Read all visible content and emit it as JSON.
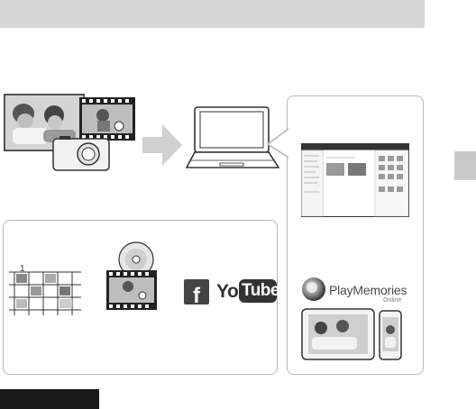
{
  "header": {
    "title": ""
  },
  "logos": {
    "playmemories_name": "PlayMemories",
    "playmemories_sub": "Online",
    "facebook_letter": "f",
    "youtube_you": "You",
    "youtube_tube": "Tube"
  },
  "icons": {
    "photo": "photo-icon",
    "film": "film-strip-icon",
    "camera": "camera-icon",
    "arrow": "arrow-right-icon",
    "laptop": "laptop-icon",
    "calendar": "calendar-icon",
    "disc": "disc-icon",
    "tablet": "tablet-icon",
    "phone": "phone-icon",
    "playmemories": "playmemories-logo-icon"
  },
  "colors": {
    "header": "#d6d6d6",
    "panel_border": "#b5b5b5",
    "arrow": "#d0d0d0"
  }
}
